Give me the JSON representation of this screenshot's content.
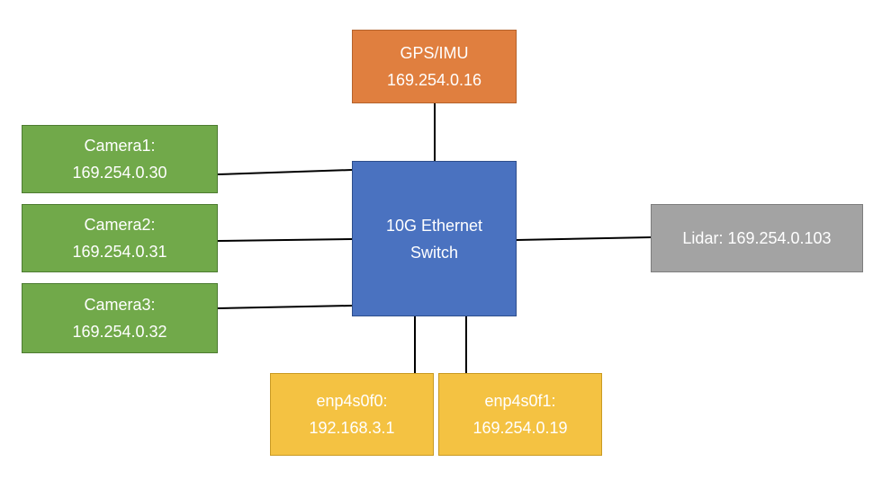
{
  "diagram": {
    "nodes": {
      "gps_imu": {
        "line1": "GPS/IMU",
        "line2": "169.254.0.16",
        "color": "#e07f3f"
      },
      "switch": {
        "line1": "10G Ethernet",
        "line2": "Switch",
        "color": "#4a72c0"
      },
      "camera1": {
        "line1": "Camera1:",
        "line2": "169.254.0.30",
        "color": "#71a94a"
      },
      "camera2": {
        "line1": "Camera2:",
        "line2": "169.254.0.31",
        "color": "#71a94a"
      },
      "camera3": {
        "line1": "Camera3:",
        "line2": "169.254.0.32",
        "color": "#71a94a"
      },
      "lidar": {
        "line1": "Lidar: 169.254.0.103",
        "color": "#a3a3a3"
      },
      "enp4s0f0": {
        "line1": "enp4s0f0:",
        "line2": "192.168.3.1",
        "color": "#f4c242"
      },
      "enp4s0f1": {
        "line1": "enp4s0f1:",
        "line2": "169.254.0.19",
        "color": "#f4c242"
      }
    },
    "connections": [
      {
        "from": "gps_imu",
        "to": "switch"
      },
      {
        "from": "camera1",
        "to": "switch"
      },
      {
        "from": "camera2",
        "to": "switch"
      },
      {
        "from": "camera3",
        "to": "switch"
      },
      {
        "from": "lidar",
        "to": "switch"
      },
      {
        "from": "enp4s0f0",
        "to": "switch"
      },
      {
        "from": "enp4s0f1",
        "to": "switch"
      }
    ],
    "line_color": "#000000"
  }
}
